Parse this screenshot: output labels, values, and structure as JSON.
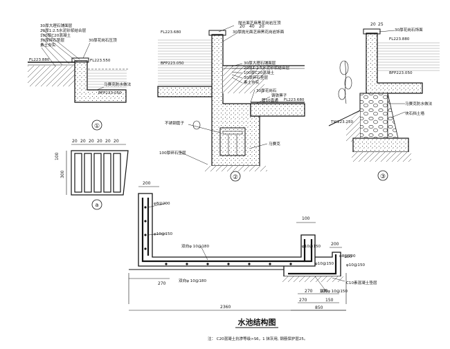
{
  "drawing": {
    "title": "水池结构图",
    "footnote": "注：  C20混凝土抗渗等级>S6，1 抹灰用, 钢筋保护层25。",
    "labels": {
      "section1": "①",
      "section2": "②",
      "section3": "③",
      "detailA": "a"
    }
  },
  "section1": {
    "notes": [
      "30厚大理石铺面层",
      "20厚1:2.5水泥砂浆结合层",
      "100厚C20混凝土",
      "30厚碎石垫层",
      "素土夯实"
    ],
    "curb_note": "30厚花岗石压顶",
    "level_top": "FL223.880",
    "level_water": "FL223.550",
    "waterproof": "马赛克防水做法",
    "level_bottom": "BFP223.050"
  },
  "section2": {
    "top_note": "抛光面芝麻黑花岗岩压顶",
    "side_note": "30厚抛光面芝麻黑花岗岩饰面",
    "level_left": "FL223.680",
    "level_bottom": "BFP223.050",
    "notes": [
      "30厚大理石铺面层",
      "20厚1:2.5水泥砂浆结合层",
      "100厚C20混凝土",
      "30厚碎石垫层",
      "素土夯实"
    ],
    "cover_note": "30厚花岗石",
    "grille": "铸铁箅子",
    "drain_pipe": "管10直通",
    "level_right": "FL223.680",
    "steel_grate": "不锈钢篦子",
    "mosaic": "马赛克",
    "base": "100厚碎石垫层",
    "dims": [
      "20",
      "40",
      "20"
    ]
  },
  "section3": {
    "top_note": "30厚花岗石饰面",
    "dims": [
      "20",
      "25"
    ],
    "level_top": "FL223.880",
    "level_water": "BFP223.050",
    "level_low": "TW223.250",
    "waterproof": "马赛克防水做法",
    "wall": "块石挡土墙"
  },
  "detailA": {
    "dims": [
      "20",
      "20",
      "20",
      "20",
      "20",
      "20"
    ],
    "side_dims": [
      "100",
      "300"
    ]
  },
  "plan": {
    "top_dims": [
      "200",
      "100"
    ],
    "rebars": [
      "φ8@200",
      "φ10@150",
      "双向φ  10@180",
      "φ10@150",
      "φ8@200",
      "φ10@150",
      "φ10@150",
      "双向φ  10@150"
    ],
    "bottom_dims": [
      "270",
      "100",
      "270",
      "150",
      "850"
    ],
    "slab_note": "C10素混凝土垫层",
    "overall": "2360",
    "extra_dims": [
      "200",
      "100"
    ],
    "small_dim": "270"
  }
}
